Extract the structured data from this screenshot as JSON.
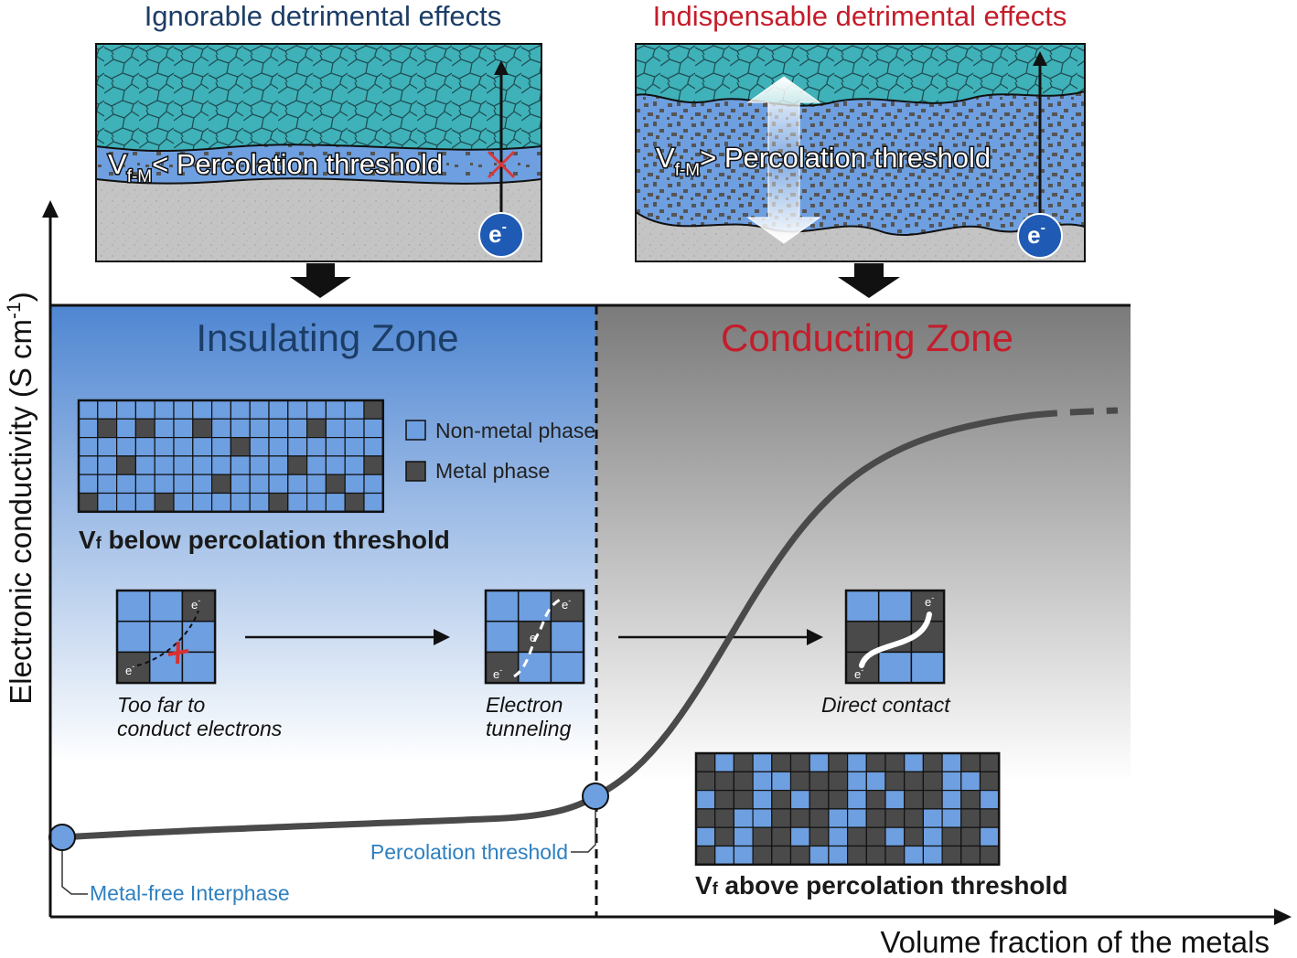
{
  "titles": {
    "left": "Ignorable detrimental effects",
    "right": "Indispensable detrimental effects"
  },
  "panels": {
    "left": {
      "v": "V",
      "sub": "f-M",
      "relation": "< Percolation threshold",
      "electron": "e",
      "charge": "-"
    },
    "right": {
      "v": "V",
      "sub": "f-M",
      "relation": "> Percolation threshold",
      "electron": "e",
      "charge": "-"
    }
  },
  "zones": {
    "left": "Insulating Zone",
    "right": "Conducting Zone"
  },
  "legend": {
    "non_metal": "Non-metal phase",
    "metal": "Metal phase"
  },
  "grid_labels": {
    "below": {
      "v": "V",
      "sub": "f",
      "text": " below percolation threshold"
    },
    "above": {
      "v": "V",
      "sub": "f",
      "text": " above percolation threshold"
    }
  },
  "mechanisms": {
    "too_far": {
      "line1": "Too far to",
      "line2": "conduct electrons"
    },
    "tunneling": {
      "line1": "Electron",
      "line2": "tunneling"
    },
    "direct": {
      "line1": "Direct contact"
    },
    "electron_label": "e",
    "charge": "-"
  },
  "annotations": {
    "metal_free": "Metal-free Interphase",
    "threshold": "Percolation threshold"
  },
  "axes": {
    "y_label_main": "Electronic conductivity (S cm",
    "y_label_sup": "-1",
    "y_label_close": ")",
    "x_label": "Volume fraction of the metals"
  },
  "colors": {
    "blue_phase": "#6e9fe0",
    "metal_phase": "#4a4a4a",
    "curve": "#4a4a4a",
    "title_blue": "#1c3d66",
    "title_red": "#c41d2b",
    "annotation_blue": "#2f80c0"
  }
}
